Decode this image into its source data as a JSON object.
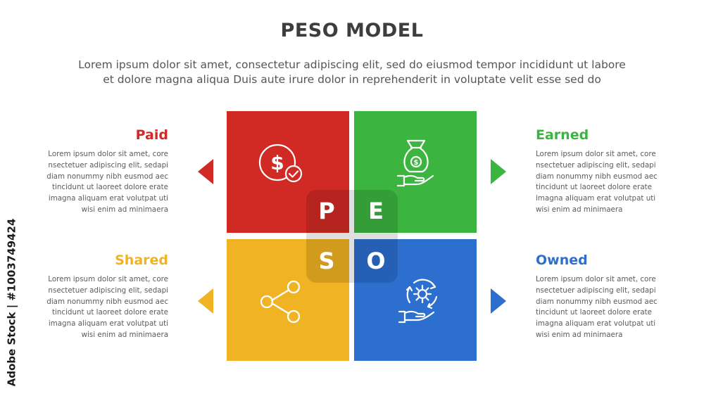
{
  "title": "PESO MODEL",
  "subtitle_line1": "Lorem ipsum dolor sit amet, consectetur adipiscing elit, sed do eiusmod tempor incididunt ut labore",
  "subtitle_line2": "et dolore magna aliqua Duis aute irure dolor in reprehenderit in voluptate velit esse sed do",
  "sections": {
    "paid": {
      "title": "Paid",
      "color": "#d12a25",
      "lines": [
        "Lorem ipsum dolor sit amet, core",
        "nsectetuer adipiscing elit, sedapi",
        "diam nonummy nibh eusmod aec",
        "tincidunt ut laoreet dolore erate",
        "imagna aliquam erat volutpat  uti",
        "wisi enim ad minimaera"
      ]
    },
    "earned": {
      "title": "Earned",
      "color": "#3cb540",
      "lines": [
        "Lorem ipsum dolor sit amet, core",
        "nsectetuer adipiscing elit, sedapi",
        "diam nonummy nibh eusmod aec",
        "tincidunt ut laoreet dolore erate",
        "imagna aliquam erat volutpat  uti",
        "wisi enim ad minimaera"
      ]
    },
    "shared": {
      "title": "Shared",
      "color": "#f0b323",
      "lines": [
        "Lorem ipsum dolor sit amet, core",
        "nsectetuer adipiscing elit, sedapi",
        "diam nonummy nibh eusmod aec",
        "tincidunt ut laoreet dolore erate",
        "imagna aliquam erat volutpat  uti",
        "wisi enim ad minimaera"
      ]
    },
    "owned": {
      "title": "Owned",
      "color": "#2c6fcf",
      "lines": [
        "Lorem ipsum dolor sit amet, core",
        "nsectetuer adipiscing elit, sedapi",
        "diam nonummy nibh eusmod aec",
        "tincidunt ut laoreet dolore erate",
        "imagna aliquam erat volutpat  uti",
        "wisi enim ad minimaera"
      ]
    }
  },
  "letters": {
    "p": "P",
    "e": "E",
    "s": "S",
    "o": "O"
  },
  "icons": {
    "paid": "dollar-coin-check-icon",
    "earned": "money-bag-hand-icon",
    "shared": "share-nodes-icon",
    "owned": "gear-cycle-hand-icon"
  },
  "watermark_side_text": "Adobe Stock | #1003749424"
}
